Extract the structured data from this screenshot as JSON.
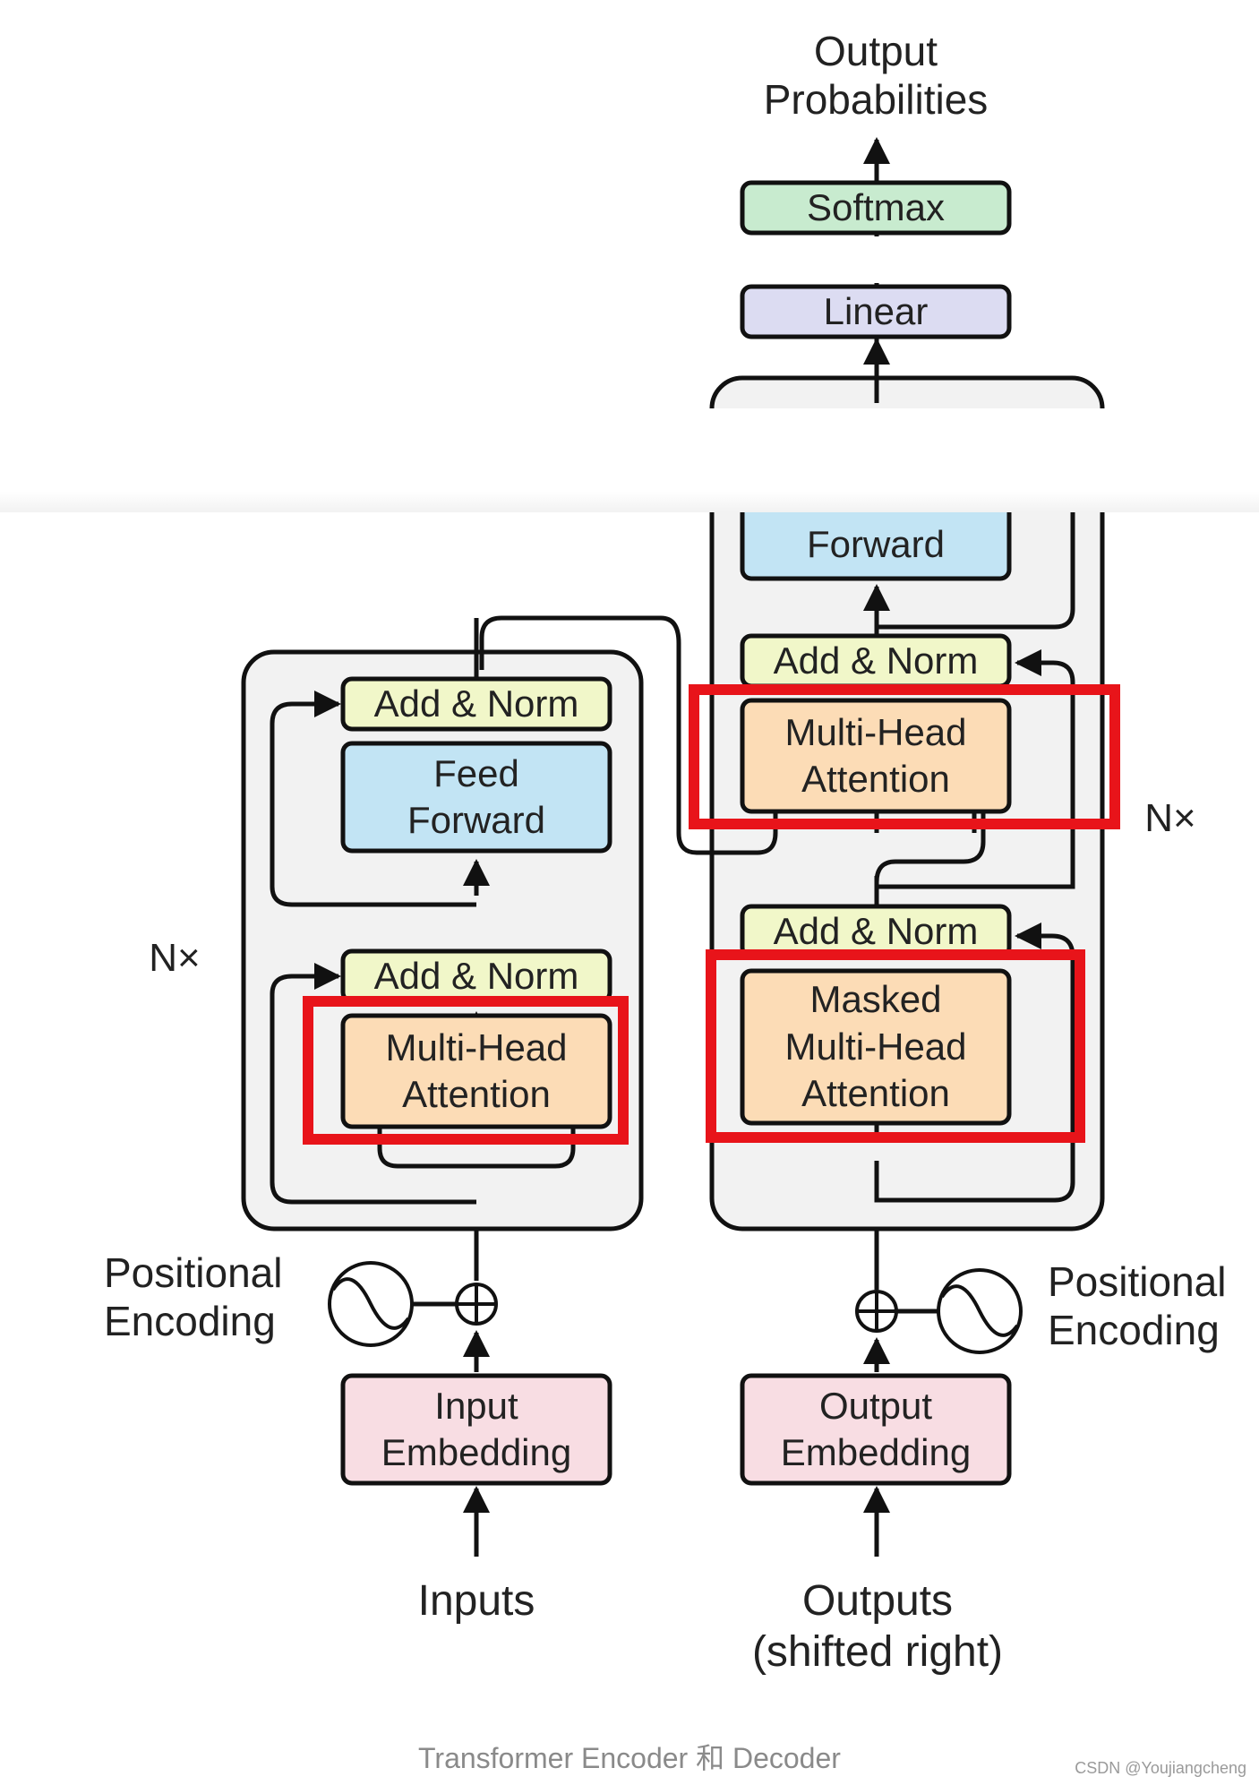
{
  "diagram": {
    "output_probabilities": "Output\nProbabilities",
    "softmax": "Softmax",
    "linear": "Linear",
    "decoder_feed_forward": "Forward",
    "decoder_add_norm_top": "Add & Norm",
    "decoder_cross_attention": "Multi-Head\nAttention",
    "decoder_add_norm_mid": "Add & Norm",
    "decoder_masked_attention": "Masked\nMulti-Head\nAttention",
    "decoder_repeat": "N×",
    "encoder_add_norm_top": "Add & Norm",
    "encoder_feed_forward": "Feed\nForward",
    "encoder_add_norm_bottom": "Add & Norm",
    "encoder_attention": "Multi-Head\nAttention",
    "encoder_repeat": "N×",
    "encoder_positional_encoding": "Positional\nEncoding",
    "decoder_positional_encoding": "Positional\nEncoding",
    "input_embedding": "Input\nEmbedding",
    "output_embedding": "Output\nEmbedding",
    "inputs": "Inputs",
    "outputs": "Outputs\n(shifted right)"
  },
  "colors": {
    "softmax": "#c8ebcf",
    "linear": "#dcdcf2",
    "feed_forward": "#c2e4f4",
    "add_norm": "#f1f7c9",
    "attention": "#fcdcb6",
    "embedding": "#f8dde3",
    "stack_fill": "#f2f2f2",
    "stroke": "#111111",
    "highlight": "#e8141a"
  },
  "caption": "Transformer Encoder 和 Decoder",
  "watermark": "CSDN @Youjiangcheng"
}
